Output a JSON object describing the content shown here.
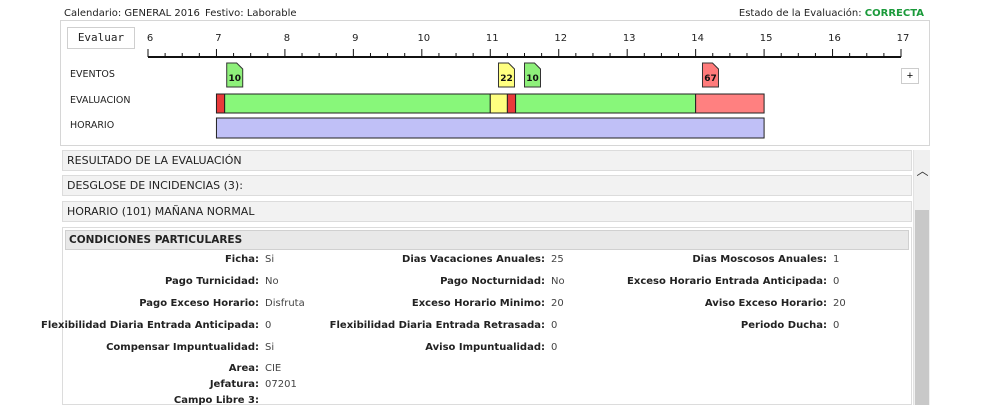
{
  "header": {
    "calendario": "Calendario: GENERAL 2016",
    "festivo": "Festivo: Laborable",
    "estado_label": "Estado de la Evaluación:",
    "estado_value": "CORRECTA",
    "estado_color": "#1a9a3a"
  },
  "timeline": {
    "evaluar_label": "Evaluar",
    "plus_label": "+",
    "rows": {
      "eventos": "EVENTOS",
      "evaluacion": "EVALUACION",
      "horario": "HORARIO"
    },
    "axis": {
      "start": 6,
      "end": 17,
      "ticks": [
        6,
        7,
        8,
        9,
        10,
        11,
        12,
        13,
        14,
        15,
        16,
        17
      ]
    },
    "eventos": [
      {
        "hour": 7.15,
        "label": "10",
        "color": "#8ef07a"
      },
      {
        "hour": 11.12,
        "label": "22",
        "color": "#ffff80"
      },
      {
        "hour": 11.5,
        "label": "10",
        "color": "#8ef07a"
      },
      {
        "hour": 14.1,
        "label": "67",
        "color": "#ff7b7b"
      }
    ],
    "evaluacion": [
      {
        "start": 7.0,
        "end": 7.12,
        "color": "#e83a3a"
      },
      {
        "start": 7.12,
        "end": 11.0,
        "color": "#88f77a"
      },
      {
        "start": 11.0,
        "end": 11.25,
        "color": "#ffff80"
      },
      {
        "start": 11.25,
        "end": 11.37,
        "color": "#e83a3a"
      },
      {
        "start": 11.37,
        "end": 14.0,
        "color": "#88f77a"
      },
      {
        "start": 14.0,
        "end": 15.0,
        "color": "#ff8080"
      }
    ],
    "horario": {
      "start": 7.0,
      "end": 15.0,
      "color": "#c0c0f7"
    }
  },
  "sections": {
    "resultado": "RESULTADO DE LA EVALUACIÓN",
    "desglose": "DESGLOSE DE INCIDENCIAS (3):",
    "horario": "HORARIO (101) MAÑANA NORMAL",
    "condiciones": "CONDICIONES PARTICULARES"
  },
  "condiciones": {
    "col1": [
      {
        "label": "Ficha:",
        "value": "Si"
      },
      {
        "label": "Pago Turnicidad:",
        "value": "No"
      },
      {
        "label": "Pago Exceso Horario:",
        "value": "Disfruta"
      },
      {
        "label": "Flexibilidad Diaria Entrada Anticipada:",
        "value": "0"
      },
      {
        "label": "Compensar Impuntualidad:",
        "value": "Si"
      },
      {
        "label": "Area:",
        "value": "CIE"
      },
      {
        "label": "Jefatura:",
        "value": "07201"
      },
      {
        "label": "Campo Libre 3:",
        "value": ""
      }
    ],
    "col2": [
      {
        "label": "Dias Vacaciones Anuales:",
        "value": "25"
      },
      {
        "label": "Pago Nocturnidad:",
        "value": "No"
      },
      {
        "label": "Exceso Horario Minimo:",
        "value": "20"
      },
      {
        "label": "Flexibilidad Diaria Entrada Retrasada:",
        "value": "0"
      },
      {
        "label": "Aviso Impuntualidad:",
        "value": "0"
      }
    ],
    "col3": [
      {
        "label": "Dias Moscosos Anuales:",
        "value": "1"
      },
      {
        "label": "Exceso Horario Entrada Anticipada:",
        "value": "0"
      },
      {
        "label": "Aviso Exceso Horario:",
        "value": "20"
      },
      {
        "label": "Periodo Ducha:",
        "value": "0"
      }
    ]
  }
}
